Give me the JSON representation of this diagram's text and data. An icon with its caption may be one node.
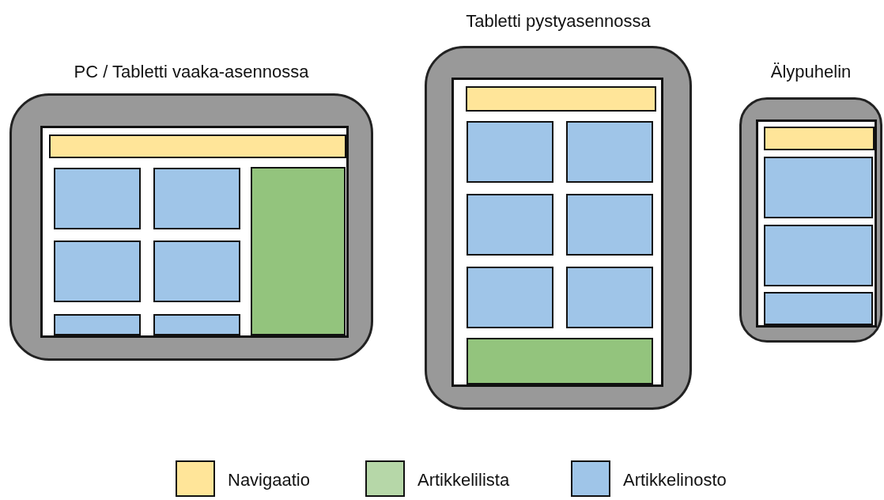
{
  "diagram": {
    "nodes": [
      {
        "text": [
          "PC / Tabletti vaaka-asennossa"
        ]
      },
      {
        "text": [
          "Tabletti pystyasennossa"
        ]
      },
      {
        "text": [
          "Älypuhelin"
        ]
      }
    ],
    "legend": [
      {
        "text": "Navigaatio",
        "color": "#ffe599"
      },
      {
        "text": "Artikkelilista",
        "color": "#b6d7a8"
      },
      {
        "text": "Artikkelinosto",
        "color": "#9fc5e8"
      }
    ]
  }
}
